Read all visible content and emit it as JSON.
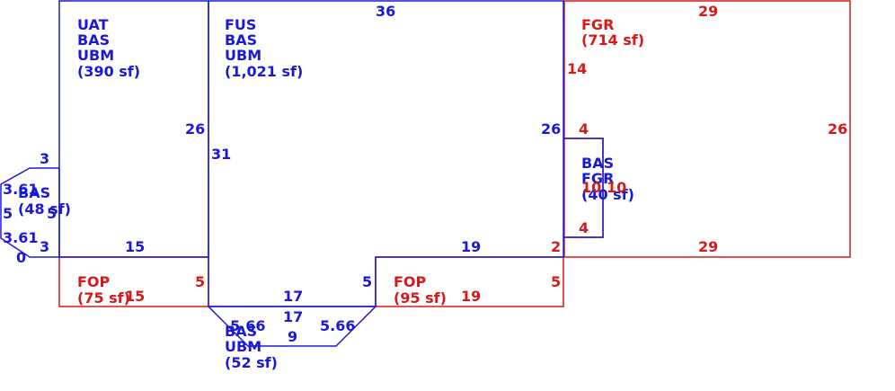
{
  "colors": {
    "blue": "#1a1ad6",
    "red": "#d61a1a",
    "background": "#ffffff"
  },
  "areas": {
    "uat": {
      "l1": "UAT",
      "l2": "BAS",
      "l3": "UBM",
      "size": "(390 sf)"
    },
    "fus": {
      "l1": "FUS",
      "l2": "BAS",
      "l3": "UBM",
      "size": "(1,021 sf)"
    },
    "fgr": {
      "l1": "FGR",
      "size": "(714 sf)"
    },
    "bas_left": {
      "l1": "BAS",
      "size": "(48 sf)"
    },
    "bas_fgr": {
      "l1": "BAS",
      "l2": "FGR",
      "size": "(40 sf)"
    },
    "fop_left": {
      "l1": "FOP",
      "size": "(75 sf)"
    },
    "fop_right": {
      "l1": "FOP",
      "size": "(95 sf)"
    },
    "bas_bottom": {
      "l1": "BAS",
      "l2": "UBM",
      "size": "(52 sf)"
    }
  },
  "dims": {
    "fus_top": "36",
    "fgr_top": "29",
    "fgr_bottom": "29",
    "fgr_right": "26",
    "fgr_left_upper": "14",
    "fgr_left_lower": "2",
    "fus_right": "26",
    "fus_left": "31",
    "fus_bottom": "19",
    "uat_right": "26",
    "uat_bottom": "15",
    "bas_fgr_top": "4",
    "bas_fgr_bottom": "4",
    "bas_fgr_right_a": "10",
    "bas_fgr_right_b": "10",
    "bas_left_top": "3",
    "bas_left_diag_top": "3.61",
    "bas_left_side": "5",
    "bas_left_right": "5",
    "bas_left_diag_bottom": "3.61",
    "bas_left_bottom": "3",
    "bas_left_zero": "0",
    "fop_left_right": "5",
    "fop_left_bottom": "15",
    "fop_right_right": "5",
    "fop_right_bottom": "19",
    "notch_top": "17",
    "notch_right": "5",
    "bas_bottom_top": "17",
    "bas_bottom_diag_left": "5.66",
    "bas_bottom_diag_right": "5.66",
    "bas_bottom_bottom": "9"
  }
}
